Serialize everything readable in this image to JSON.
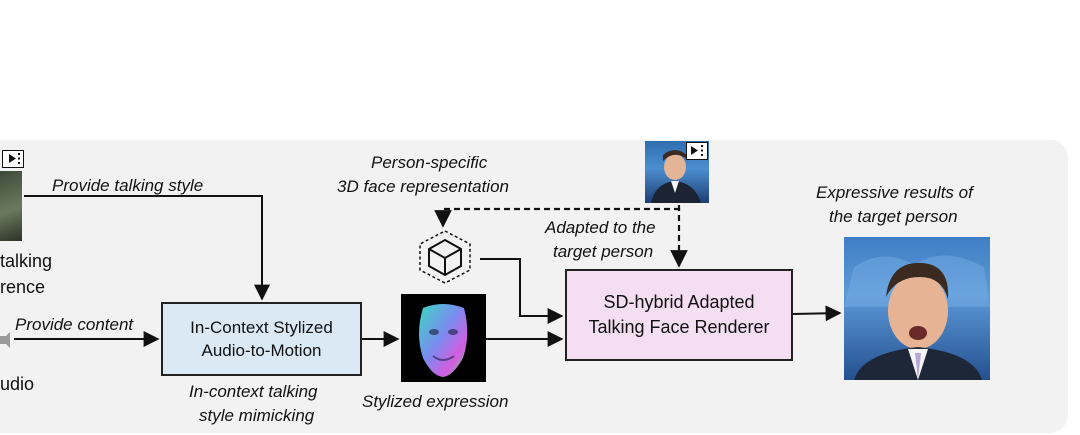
{
  "left_labels": {
    "reference_line1": "talking",
    "reference_line2": "rence",
    "audio": "udio"
  },
  "edge_labels": {
    "provide_style": "Provide talking style",
    "provide_content": "Provide content",
    "person_specific_1": "Person-specific",
    "person_specific_2": "3D face representation",
    "adapted_1": "Adapted to the",
    "adapted_2": "target person",
    "icl_1": "In-context talking",
    "icl_2": "style mimicking",
    "stylized_expression": "Stylized expression",
    "results_1": "Expressive results of",
    "results_2": "the target person"
  },
  "modules": {
    "a2m_line1": "In-Context Stylized",
    "a2m_line2": "Audio-to-Motion",
    "renderer_line1": "SD-hybrid Adapted",
    "renderer_line2": "Talking Face Renderer"
  },
  "colors": {
    "a2m_fill": "#dbe9f5",
    "renderer_fill": "#f3def2",
    "panel_bg": "#f2f2f2"
  },
  "icons": [
    "video-icon",
    "cube-icon",
    "face-mesh-icon",
    "audio-icon"
  ]
}
